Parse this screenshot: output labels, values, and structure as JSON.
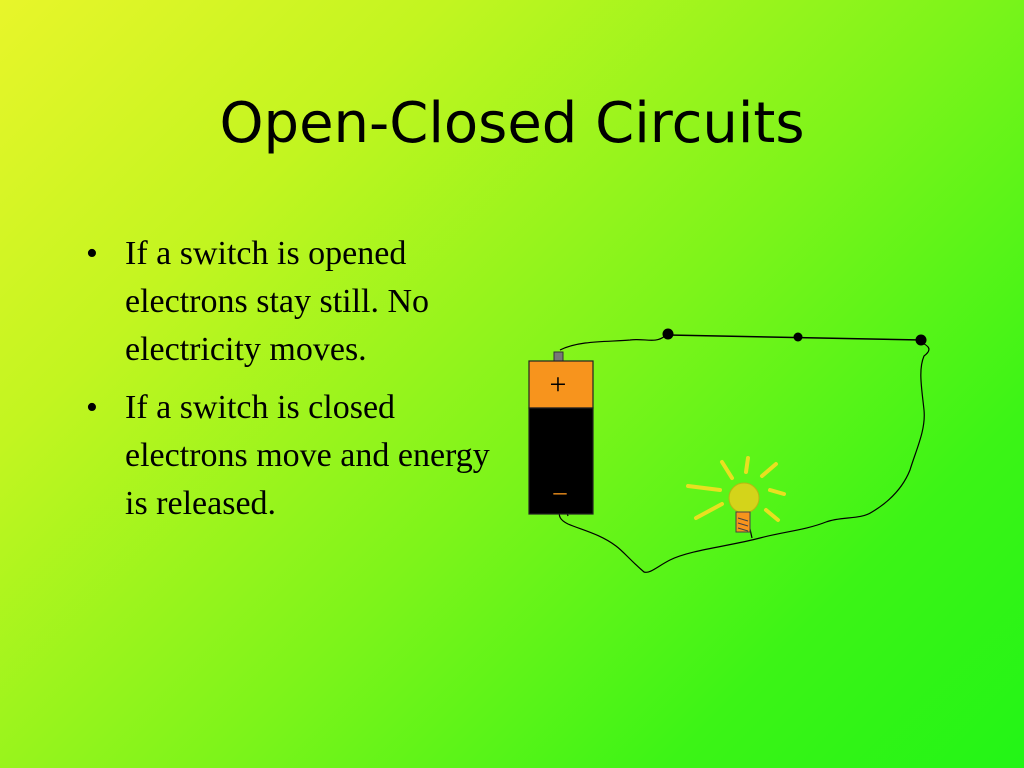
{
  "slide": {
    "title": "Open-Closed Circuits",
    "background_colors": [
      "#e8f52a",
      "#22f516"
    ]
  },
  "bullets": [
    {
      "symbol": "•",
      "text": "If a switch is opened electrons stay still. No electricity moves."
    },
    {
      "symbol": "•",
      "text": "If a switch is closed electrons move and energy is released."
    }
  ],
  "diagram": {
    "battery": {
      "positive_label": "+",
      "negative_label": "–",
      "positive_color": "#f7941d",
      "body_color": "#000000"
    },
    "bulb": {
      "glass_color": "#d4d41a",
      "base_color": "#f7941d",
      "ray_color": "#e8e020"
    },
    "wire_color": "#000000"
  }
}
